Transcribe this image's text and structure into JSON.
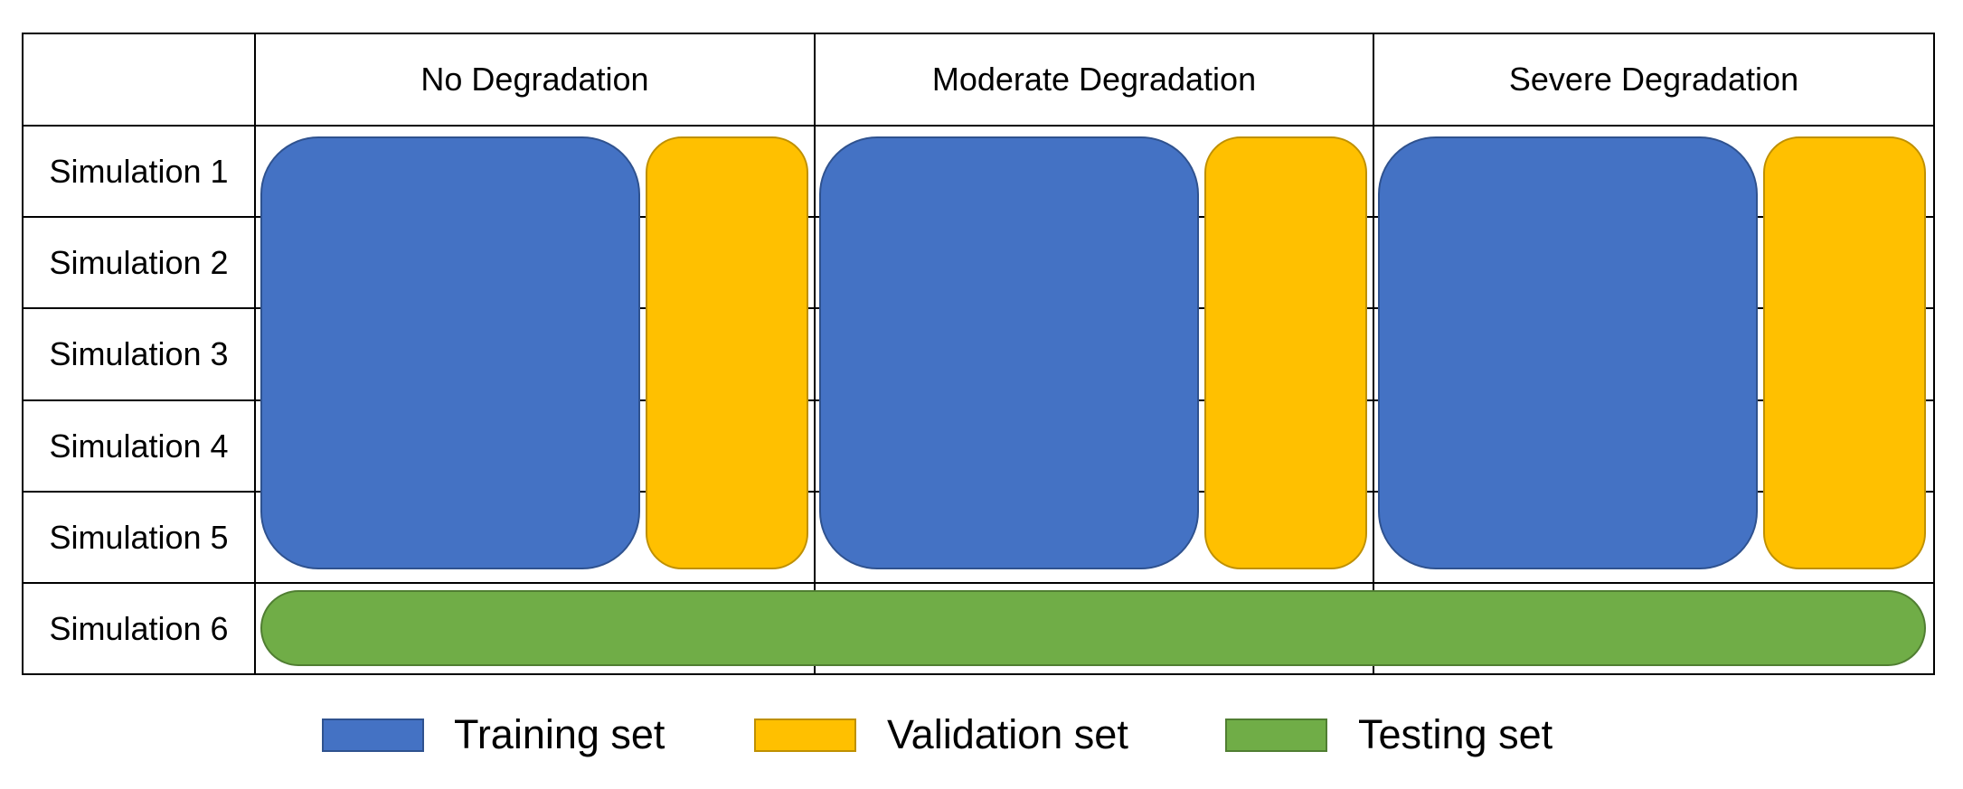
{
  "columns": [
    "No Degradation",
    "Moderate Degradation",
    "Severe Degradation"
  ],
  "rows": [
    "Simulation 1",
    "Simulation 2",
    "Simulation 3",
    "Simulation 4",
    "Simulation 5",
    "Simulation 6"
  ],
  "legend": [
    {
      "label": "Training set",
      "color": "#4472C4"
    },
    {
      "label": "Validation set",
      "color": "#FFC000"
    },
    {
      "label": "Testing set",
      "color": "#70AD47"
    }
  ],
  "colors": {
    "training": "#4472C4",
    "validation": "#FFC000",
    "testing": "#70AD47",
    "grid": "#000000"
  }
}
